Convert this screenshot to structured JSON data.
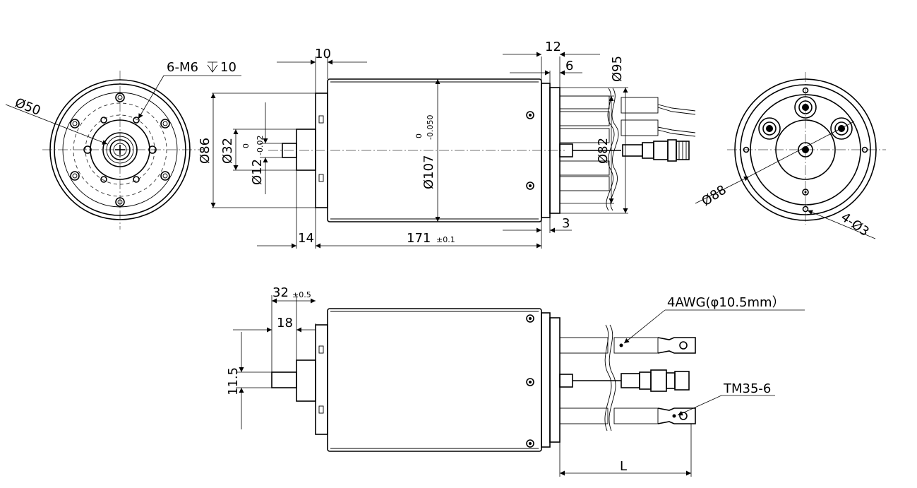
{
  "labels": {
    "front_dia_50": "Ø50",
    "front_thread": "6-M6",
    "front_thread_depth": "10",
    "side_top_10": "10",
    "side_dia_86": "Ø86",
    "side_dia_32": "Ø32",
    "side_dia_12": "Ø12",
    "side_tol_12_upper": "0",
    "side_tol_12_lower": "-0.02",
    "side_dia_107": "Ø107",
    "side_tol_107_upper": "0",
    "side_tol_107_lower": "-0.050",
    "side_14": "14",
    "side_171": "171",
    "side_171_tol": "±0.1",
    "side_3": "3",
    "side_12": "12",
    "side_6": "6",
    "side_dia_95": "Ø95",
    "side_dia_82": "Ø82",
    "rear_dia_88": "Ø88",
    "rear_holes": "4-Ø3",
    "bottom_32": "32",
    "bottom_32_tol": "±0.5",
    "bottom_18": "18",
    "bottom_11_5": "11.5",
    "bottom_cable": "4AWG(φ10.5mm）",
    "bottom_terminal": "TM35-6",
    "bottom_L": "L"
  }
}
